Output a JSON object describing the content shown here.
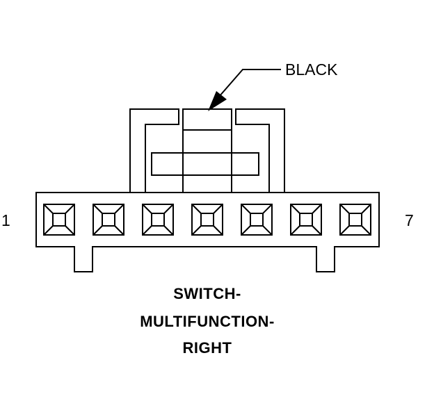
{
  "diagram": {
    "callout": {
      "label": "BLACK"
    },
    "pins": {
      "count": 7,
      "first_label": "1",
      "last_label": "7"
    },
    "caption": {
      "line1": "SWITCH-",
      "line2": "MULTIFUNCTION-",
      "line3": "RIGHT"
    },
    "colors": {
      "line": "#000000",
      "background": "#ffffff"
    }
  }
}
